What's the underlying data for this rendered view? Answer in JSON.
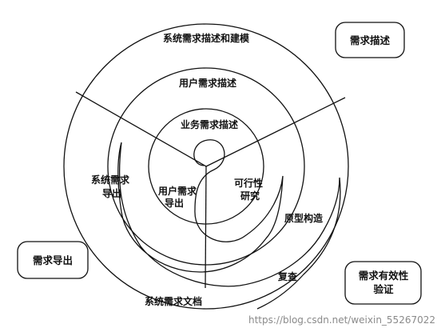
{
  "diagram": {
    "rings": {
      "outer": "系统需求描述和建模",
      "middle": "用户需求描述",
      "inner": "业务需求描述"
    },
    "sector_labels": {
      "user_elicitation": [
        "用户需求",
        "导出"
      ],
      "system_elicitation": [
        "系统需求",
        "导出"
      ],
      "feasibility": [
        "可行性",
        "研究"
      ],
      "prototyping": "原型构造",
      "review": "复查",
      "system_doc": "系统需求文档"
    },
    "boxes": {
      "description": "需求描述",
      "elicitation": "需求导出",
      "validation": [
        "需求有效性",
        "验证"
      ]
    },
    "watermark": "https://blog.csdn.net/weixin_55267022"
  }
}
